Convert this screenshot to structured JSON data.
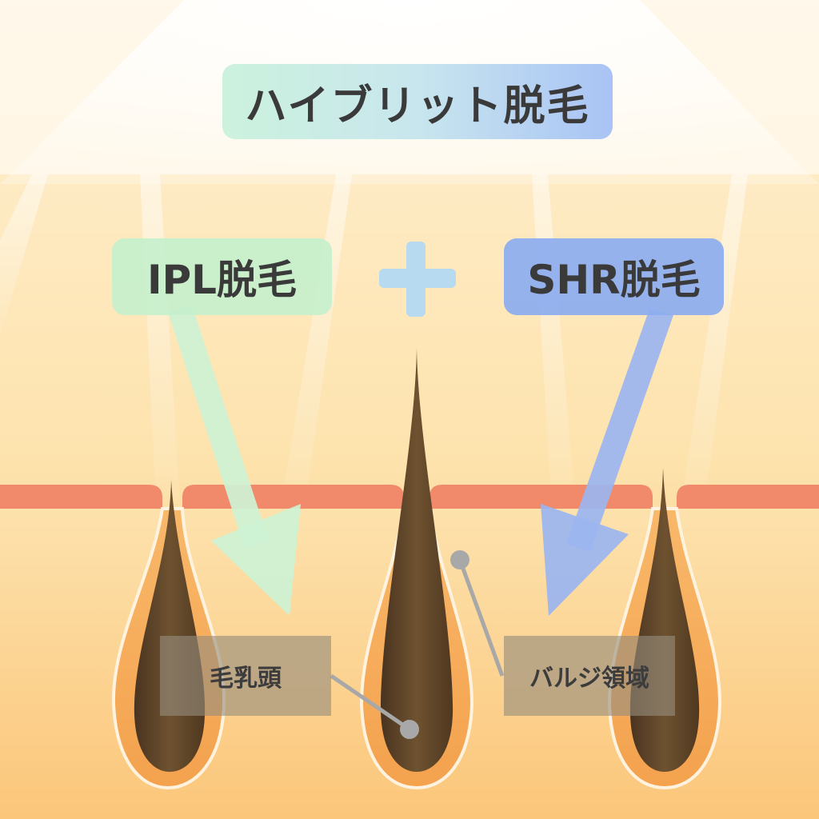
{
  "title": "ハイブリット脱毛",
  "methods": {
    "ipl": "IPL脱毛",
    "plus": "+",
    "shr": "SHR脱毛"
  },
  "targets": {
    "papilla": "毛乳頭",
    "bulge": "バルジ領域"
  },
  "colors": {
    "title_left": "#ccf2dd",
    "title_right": "#a9c3f5",
    "ipl_accent": "#c4f0cc",
    "shr_accent": "#8cacf0",
    "plus": "#b8daf0",
    "skin_line": "#f08a6a",
    "skin": "#fdd89a",
    "hair": "#5a3f22",
    "pointer": "#a8a8a8"
  }
}
